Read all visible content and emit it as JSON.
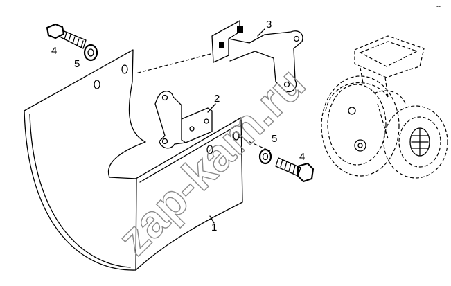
{
  "callouts": {
    "guard": "1",
    "lower_bracket": "2",
    "upper_bracket": "3",
    "bolt_left": "4",
    "washer_left": "5",
    "washer_right": "5",
    "bolt_right": "4"
  },
  "corner_mark": "-- ",
  "watermark": "zap-kam.ru"
}
